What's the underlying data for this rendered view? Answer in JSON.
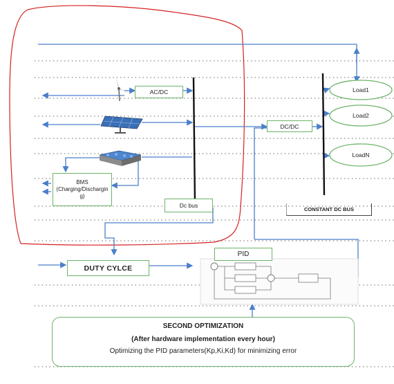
{
  "blocks": {
    "acdc": "AC/DC",
    "bms_title": "BMS",
    "bms_sub": "(Charging/Discharging)",
    "dcbus": "Dc bus",
    "dcdc": "DC/DC",
    "load1": "Load1",
    "load2": "Load2",
    "loadn": "LoadN",
    "constant_bus": "CONSTANT DC BUS",
    "duty": "DUTY CYLCE",
    "pid": "PID"
  },
  "optimization": {
    "title": "SECOND OPTIMIZATION",
    "subtitle": "(After hardware implementation every hour)",
    "body": "Optimizing the PID parameters(Kp,Ki,Kd) for minimizing error"
  },
  "colors": {
    "line_blue": "#4a7ec9",
    "red_outline": "#d42020",
    "green_border": "#6db36a",
    "solar_blue": "#3b6fb6"
  },
  "icons": [
    "wind-turbine-icon",
    "solar-panel-icon",
    "battery-bank-icon"
  ]
}
